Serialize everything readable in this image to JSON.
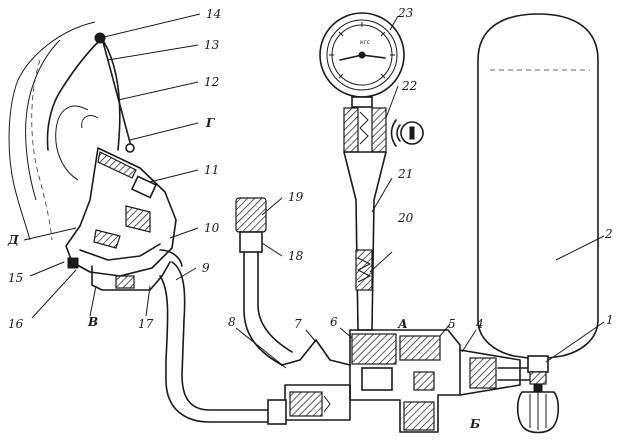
{
  "labels": {
    "n1": "1",
    "n2": "2",
    "n4": "4",
    "n5": "5",
    "n6": "6",
    "n7": "7",
    "n8": "8",
    "n9": "9",
    "n10": "10",
    "n11": "11",
    "n12": "12",
    "n13": "13",
    "n14": "14",
    "n15": "15",
    "n16": "16",
    "n17": "17",
    "n18": "18",
    "n19": "19",
    "n20": "20",
    "n21": "21",
    "n22": "22",
    "n23": "23",
    "A": "А",
    "B": "Б",
    "V": "В",
    "G": "Г",
    "D": "Д"
  },
  "gauge": {
    "unit": "кгс"
  }
}
